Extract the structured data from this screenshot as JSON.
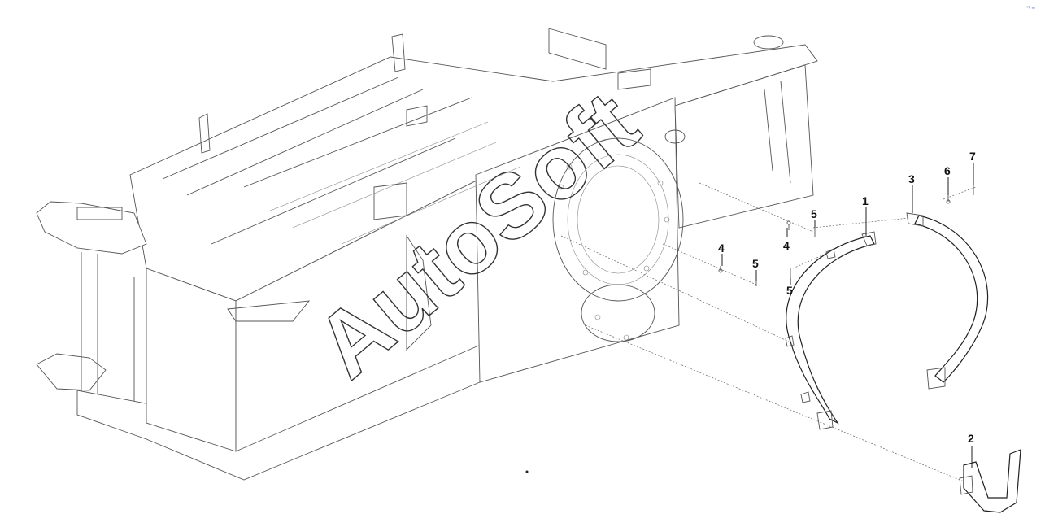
{
  "watermark": "AutoSoft",
  "corner_mark": "°ᵀ ᵃᵉ",
  "callouts": [
    {
      "id": "1",
      "label": "1"
    },
    {
      "id": "2",
      "label": "2"
    },
    {
      "id": "3",
      "label": "3"
    },
    {
      "id": "4a",
      "label": "4"
    },
    {
      "id": "4b",
      "label": "4"
    },
    {
      "id": "5a",
      "label": "5"
    },
    {
      "id": "5b",
      "label": "5"
    },
    {
      "id": "5c",
      "label": "5"
    },
    {
      "id": "6",
      "label": "6"
    },
    {
      "id": "7",
      "label": "7"
    }
  ]
}
